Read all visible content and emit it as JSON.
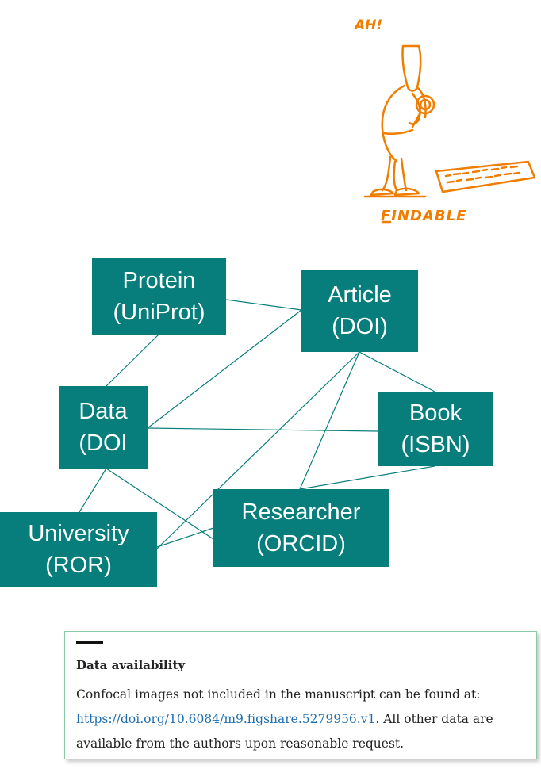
{
  "illustration": {
    "shout": "AH!",
    "label": "FINDABLE"
  },
  "diagram": {
    "nodes": {
      "protein": {
        "line1": "Protein",
        "line2": "(UniProt)"
      },
      "article": {
        "line1": "Article",
        "line2": "(DOI)"
      },
      "data": {
        "line1": "Data",
        "line2": "(DOI"
      },
      "book": {
        "line1": "Book",
        "line2": "(ISBN)"
      },
      "researcher": {
        "line1": "Researcher",
        "line2": "(ORCID)"
      },
      "university": {
        "line1": "University",
        "line2": "(ROR)"
      }
    },
    "edges": [
      [
        "protein",
        "article"
      ],
      [
        "protein",
        "data"
      ],
      [
        "article",
        "data"
      ],
      [
        "article",
        "book"
      ],
      [
        "article",
        "researcher"
      ],
      [
        "article",
        "university"
      ],
      [
        "data",
        "book"
      ],
      [
        "data",
        "university"
      ],
      [
        "data",
        "researcher"
      ],
      [
        "book",
        "researcher"
      ],
      [
        "researcher",
        "university"
      ]
    ],
    "node_color": "#077e7b",
    "edge_color": "#077e7b"
  },
  "availability": {
    "heading": "Data availability",
    "text_before": "Confocal images not included in the manuscript can be found at: ",
    "link": "https://doi.org/10.6084/m9.figshare.5279956.v1",
    "text_after": ". All other data are available from the authors upon reasonable request.",
    "border_color": "#8cc7a8",
    "link_color": "#1f6fb0"
  }
}
